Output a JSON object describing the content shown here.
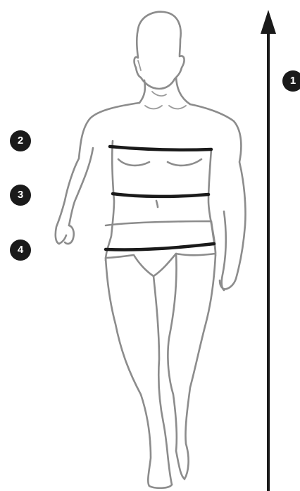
{
  "markers": [
    {
      "id": "1",
      "label": "1"
    },
    {
      "id": "2",
      "label": "2"
    },
    {
      "id": "3",
      "label": "3"
    },
    {
      "id": "4",
      "label": "4"
    }
  ],
  "colors": {
    "outline": "#8c8c8c",
    "detail": "#9a9a9a",
    "measure_band": "#1a1a1a",
    "height_arrow": "#1a1a1a",
    "marker_bg": "#1a1a1a",
    "marker_text": "#ffffff",
    "background": "#ffffff"
  },
  "icons": {
    "figure": "body-figure-icon",
    "height_arrow": "up-arrow-icon"
  }
}
